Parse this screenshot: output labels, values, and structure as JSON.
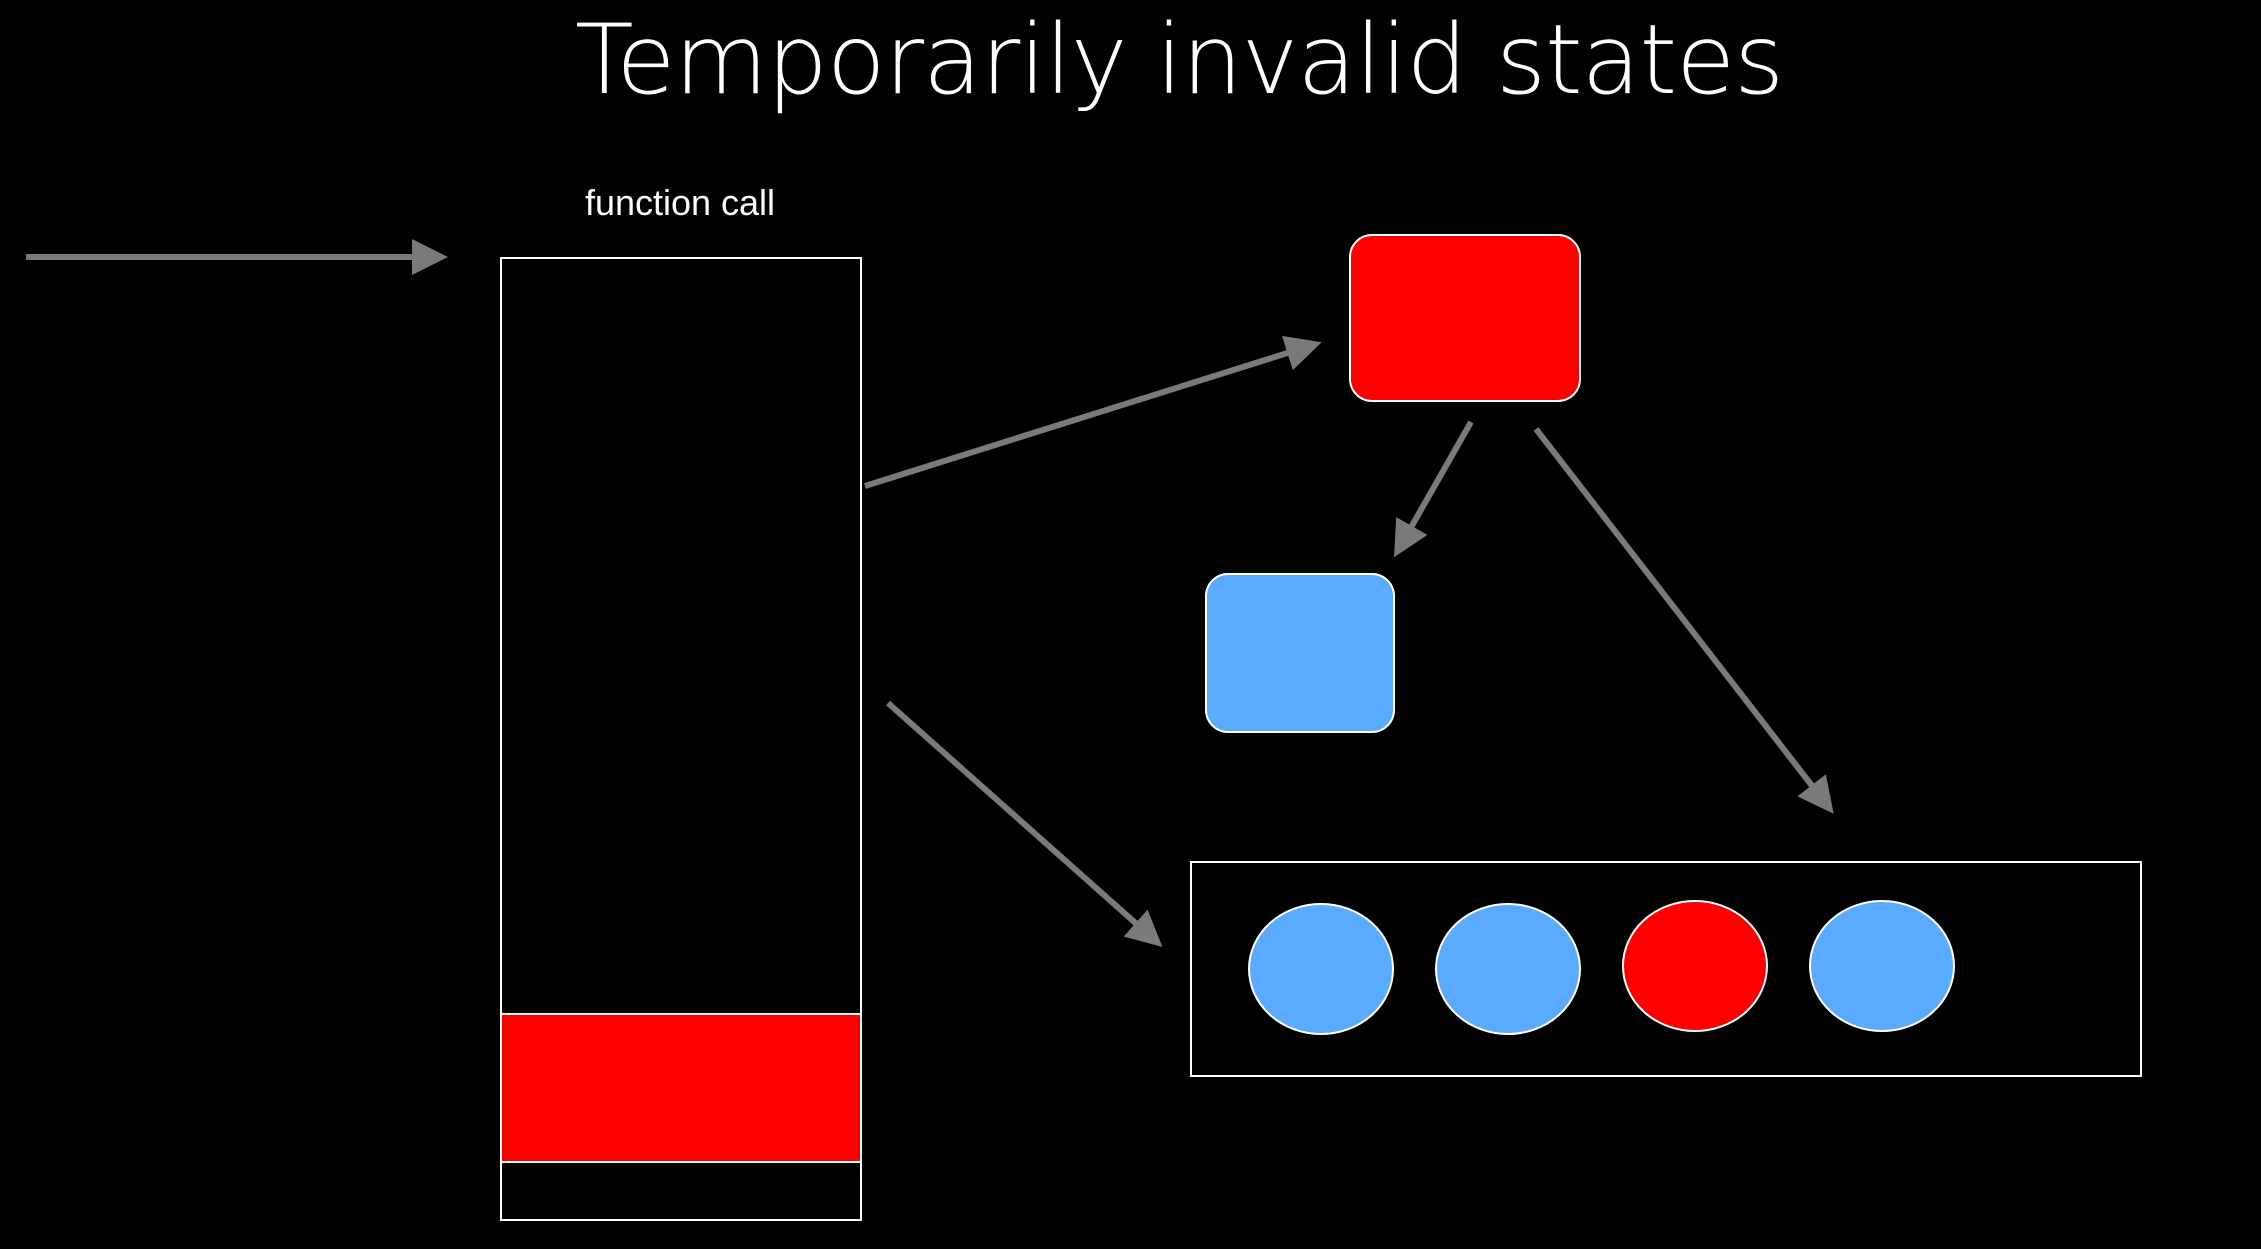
{
  "slide": {
    "title": "Temporarily invalid states",
    "caption": "function call"
  },
  "colors": {
    "background": "#000000",
    "outline": "#ffffff",
    "arrow": "#7a7a7a",
    "invalid": "#ff0000",
    "valid": "#5aabff"
  },
  "objects": {
    "top_object": "invalid",
    "child_object": "valid",
    "stack_frame_slot": "invalid",
    "array_elements": [
      "valid",
      "valid",
      "invalid",
      "valid"
    ]
  }
}
